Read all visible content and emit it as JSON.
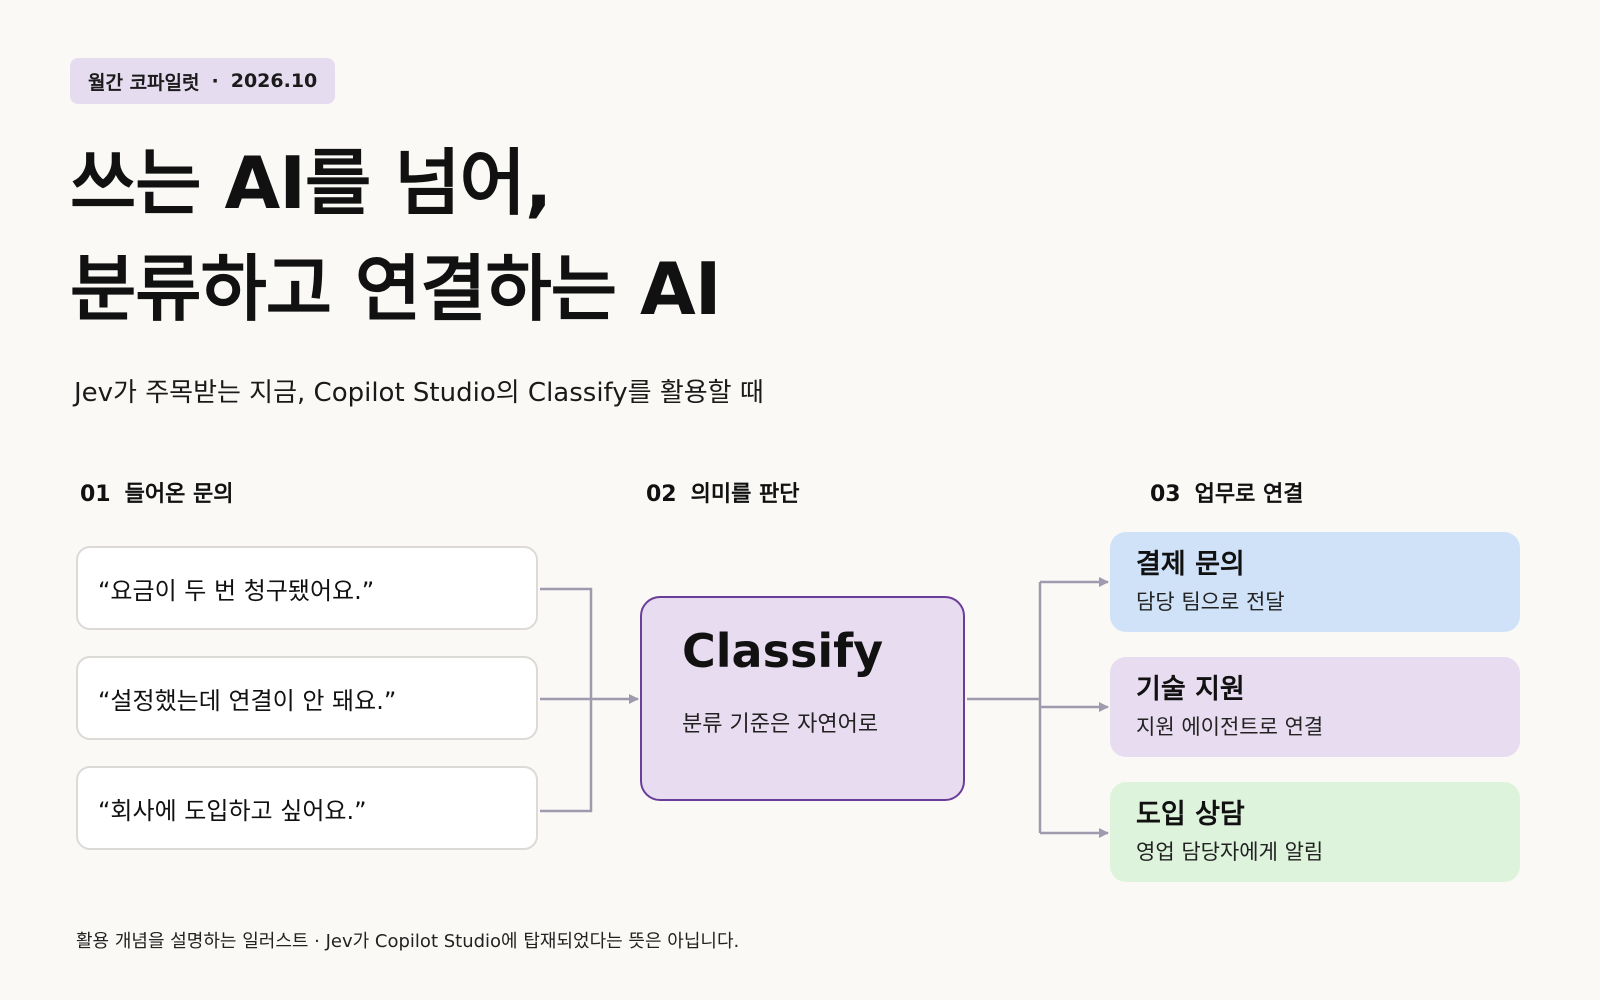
{
  "badge": {
    "publication": "월간 코파일럿",
    "separator": "·",
    "date": "2026.10"
  },
  "title": {
    "line1": "쓰는 AI를 넘어,",
    "line2": "분류하고 연결하는 AI"
  },
  "subtitle": "Jev가 주목받는 지금, Copilot Studio의 Classify를 활용할 때",
  "columns": [
    {
      "num": "01",
      "label": "들어온 문의"
    },
    {
      "num": "02",
      "label": "의미를 판단"
    },
    {
      "num": "03",
      "label": "업무로 연결"
    }
  ],
  "queries": [
    "“요금이 두 번 청구됐어요.”",
    "“설정했는데 연결이 안 돼요.”",
    "“회사에 도입하고 싶어요.”"
  ],
  "classify": {
    "name": "Classify",
    "description": "분류 기준은 자연어로"
  },
  "outcomes": [
    {
      "title": "결제 문의",
      "description": "담당 팀으로 전달",
      "color": "#cfe2f8"
    },
    {
      "title": "기술 지원",
      "description": "지원 에이전트로 연결",
      "color": "#e8dcf0"
    },
    {
      "title": "도입 상담",
      "description": "영업 담당자에게 알림",
      "color": "#def3dc"
    }
  ],
  "colors": {
    "connector": "#a09aae",
    "classify_border": "#6a3d9a",
    "classify_fill": "#e8dcf0",
    "badge_fill": "#e6dcef"
  },
  "footnote": "활용 개념을 설명하는 일러스트 · Jev가 Copilot Studio에 탑재되었다는 뜻은 아닙니다."
}
